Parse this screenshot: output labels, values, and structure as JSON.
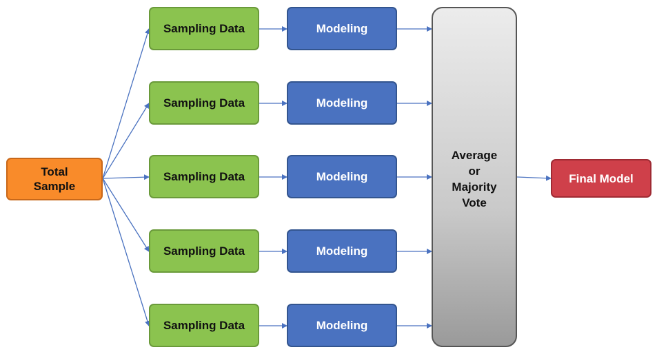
{
  "diagram": {
    "source": {
      "label": "Total\nSample",
      "color": "#f98b2a"
    },
    "sampling_label": "Sampling Data",
    "modeling_label": "Modeling",
    "aggregator": {
      "label": "Average\nor\nMajority\nVote"
    },
    "final": {
      "label": "Final Model",
      "color": "#cf404a"
    },
    "branch_count": 5,
    "colors": {
      "sampling": "#8bc34f",
      "modeling": "#4a72c0",
      "arrow": "#4a72c0"
    }
  }
}
